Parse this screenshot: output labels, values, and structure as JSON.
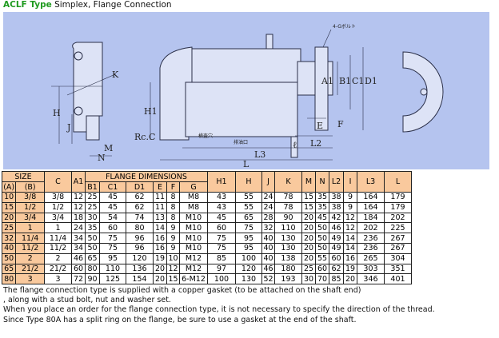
{
  "title": {
    "type": "ACLF Type",
    "subtitle": "Simplex, Flange Connection"
  },
  "drawing": {
    "labels": {
      "bolt": "4-Gボルト",
      "K": "K",
      "H": "H",
      "J": "J",
      "M": "M",
      "N": "N",
      "RcC": "Rc.C",
      "H1": "H1",
      "A1": "A1",
      "B1": "B1",
      "C1": "C1",
      "D1": "D1",
      "E": "E",
      "F": "F",
      "l": "ℓ",
      "L2": "L2",
      "L3": "L3",
      "L": "L",
      "inspect": "検査穴",
      "drain": "排油口"
    },
    "colors": {
      "background": "#b5c4ef",
      "line": "#2a2f48"
    }
  },
  "table": {
    "header_top": {
      "size": "SIZE",
      "C": "C",
      "A1": "A1",
      "flange": "FLANGE DIMENSIONS",
      "H1": "H1",
      "H": "H",
      "J": "J",
      "K": "K",
      "M": "M",
      "N": "N",
      "L2": "L2",
      "I": "I",
      "L3": "L3",
      "L": "L"
    },
    "header_sub": [
      "(A)",
      "(B)",
      "B1",
      "C1",
      "D1",
      "E",
      "F",
      "G"
    ],
    "rows": [
      [
        "10",
        "3/8",
        "3/8",
        "12",
        "25",
        "45",
        "62",
        "11",
        "8",
        "M8",
        "43",
        "55",
        "24",
        "78",
        "15",
        "35",
        "38",
        "9",
        "164",
        "179"
      ],
      [
        "15",
        "1/2",
        "1/2",
        "12",
        "25",
        "45",
        "62",
        "11",
        "8",
        "M8",
        "43",
        "55",
        "24",
        "78",
        "15",
        "35",
        "38",
        "9",
        "164",
        "179"
      ],
      [
        "20",
        "3/4",
        "3/4",
        "18",
        "30",
        "54",
        "74",
        "13",
        "8",
        "M10",
        "45",
        "65",
        "28",
        "90",
        "20",
        "45",
        "42",
        "12",
        "184",
        "202"
      ],
      [
        "25",
        "1",
        "1",
        "24",
        "35",
        "60",
        "80",
        "14",
        "9",
        "M10",
        "60",
        "75",
        "32",
        "110",
        "20",
        "50",
        "46",
        "12",
        "202",
        "225"
      ],
      [
        "32",
        "11/4",
        "11/4",
        "34",
        "50",
        "75",
        "96",
        "16",
        "9",
        "M10",
        "75",
        "95",
        "40",
        "130",
        "20",
        "50",
        "49",
        "14",
        "236",
        "267"
      ],
      [
        "40",
        "11/2",
        "11/2",
        "34",
        "50",
        "75",
        "96",
        "16",
        "9",
        "M10",
        "75",
        "95",
        "40",
        "130",
        "20",
        "50",
        "49",
        "14",
        "236",
        "267"
      ],
      [
        "50",
        "2",
        "2",
        "46",
        "65",
        "95",
        "120",
        "19",
        "10",
        "M12",
        "85",
        "100",
        "40",
        "138",
        "20",
        "55",
        "60",
        "16",
        "265",
        "304"
      ],
      [
        "65",
        "21/2",
        "21/2",
        "60",
        "80",
        "110",
        "136",
        "20",
        "12",
        "M12",
        "97",
        "120",
        "46",
        "180",
        "25",
        "60",
        "62",
        "19",
        "303",
        "351"
      ],
      [
        "80",
        "3",
        "3",
        "72",
        "90",
        "125",
        "154",
        "20",
        "15",
        "6-M12",
        "100",
        "130",
        "52",
        "193",
        "30",
        "70",
        "85",
        "20",
        "346",
        "401"
      ]
    ]
  },
  "notes": [
    "The flange connection type is supplied with a copper gasket (to be attached on the shaft end)",
    ", along with a stud bolt, nut and washer set.",
    "When you place an order for the flange connection type, it is not necessary to specify the direction of the thread.",
    "Since Type 80A has a split ring on the flange, be sure to use a gasket at the end of the shaft."
  ]
}
